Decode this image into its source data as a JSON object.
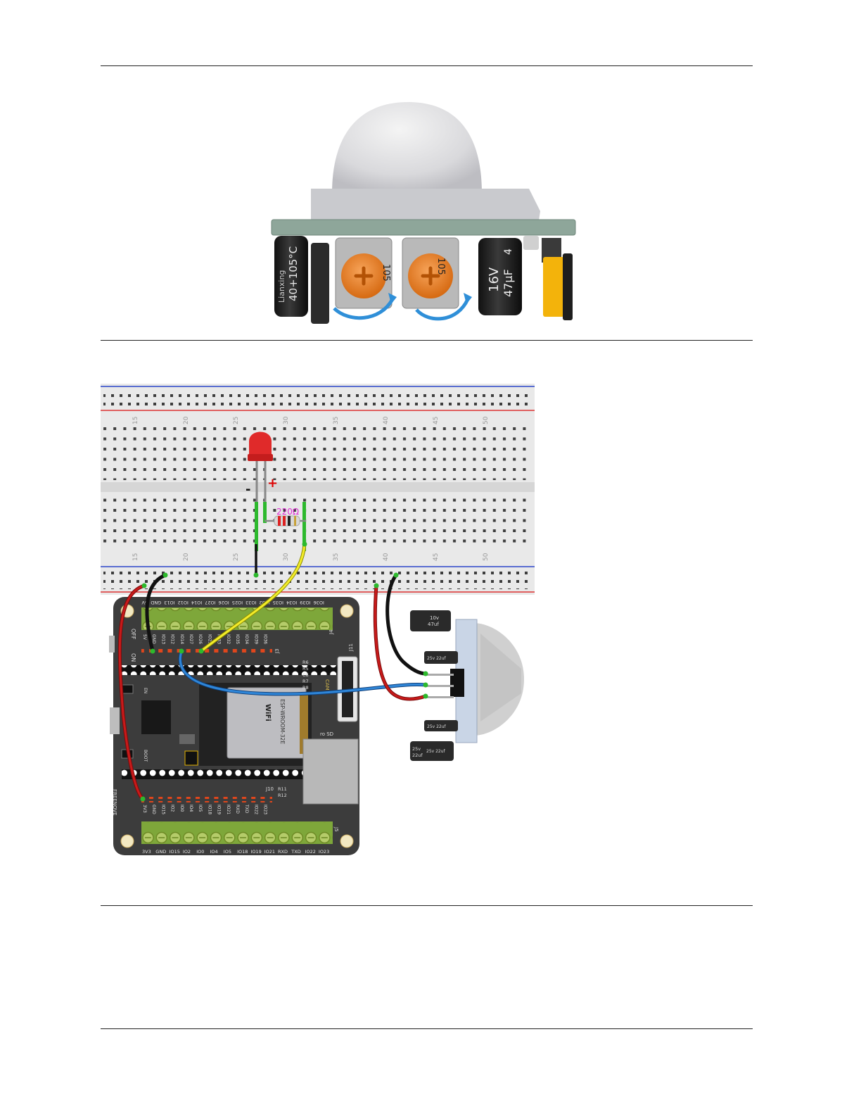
{
  "pir_photo": {
    "cap_left_text": "40+105°C",
    "cap_left_brand": "Lianxing",
    "pot_left_code": "105",
    "pot_right_code": "105",
    "cap_right_voltage": "16V",
    "cap_right_value": "47μF",
    "cap_right_mark": "4"
  },
  "breadboard": {
    "column_numbers": [
      "15",
      "20",
      "25",
      "30",
      "35",
      "40",
      "45",
      "50"
    ],
    "led_minus": "-",
    "led_plus": "+",
    "resistor_label": "220Ω"
  },
  "esp_board": {
    "top_row_labels": [
      "5V",
      "GND",
      "IO13",
      "IO12",
      "IO14",
      "IO27",
      "IO26",
      "IO25",
      "IO33",
      "IO32",
      "IO35",
      "IO34",
      "IO39",
      "IO36"
    ],
    "top_header_id": "J4",
    "bottom_row_labels": [
      "3V3",
      "GND",
      "IO15",
      "IO2",
      "IO0",
      "IO4",
      "IO5",
      "IO18",
      "IO19",
      "IO21",
      "RXD",
      "TXD",
      "IO22",
      "IO23"
    ],
    "bottom_header_id": "J5",
    "j3_label": "J3",
    "j10_label": "J10",
    "j11_label": "J11",
    "switch_off": "OFF",
    "switch_on": "ON",
    "res_labels": [
      "R6",
      "R5",
      "C8",
      "R7",
      "R8"
    ],
    "res_labels_bottom": [
      "R11",
      "R12"
    ],
    "module_text": "ESP-WROOM-32E",
    "wifi_text": "WiFi",
    "sd_label": "ro SD",
    "en_label": "EN",
    "boot_label": "BOOT",
    "cam_label": "CAM",
    "brand_label": "FREENOVE"
  },
  "pir_sensor": {
    "cap_top_v": "10v",
    "cap_top_uf": "47uf",
    "cap_small1": "25v 22uf",
    "cap_small2": "25v 22uf",
    "cap_small3": "25v 22uf",
    "cap_bottom_v": "25v",
    "cap_bottom_uf": "22uf"
  }
}
